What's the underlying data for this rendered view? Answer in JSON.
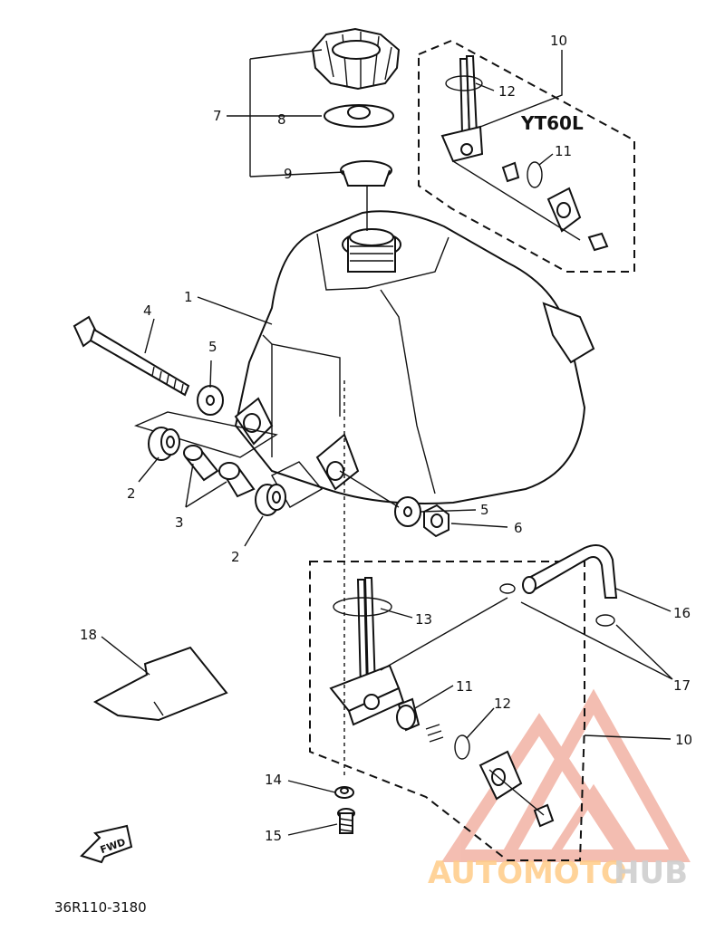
{
  "diagram": {
    "variant_label": "YT60L",
    "part_code": "36R110-3180",
    "fwd_label": "FWD",
    "callouts": {
      "c1": "1",
      "c2a": "2",
      "c2b": "2",
      "c3": "3",
      "c4": "4",
      "c5a": "5",
      "c5b": "5",
      "c6": "6",
      "c7": "7",
      "c8": "8",
      "c9": "9",
      "c10a": "10",
      "c10b": "10",
      "c11a": "11",
      "c11b": "11",
      "c12a": "12",
      "c12b": "12",
      "c13": "13",
      "c14": "14",
      "c15": "15",
      "c16": "16",
      "c17": "17",
      "c18": "18"
    }
  },
  "watermark": {
    "brand_part1": "AUTOMOTO",
    "brand_part2": "HUB",
    "color_primary": "#f5b6a6",
    "color_secondary": "#ffd08a",
    "color_dark": "#d8d8d8"
  }
}
